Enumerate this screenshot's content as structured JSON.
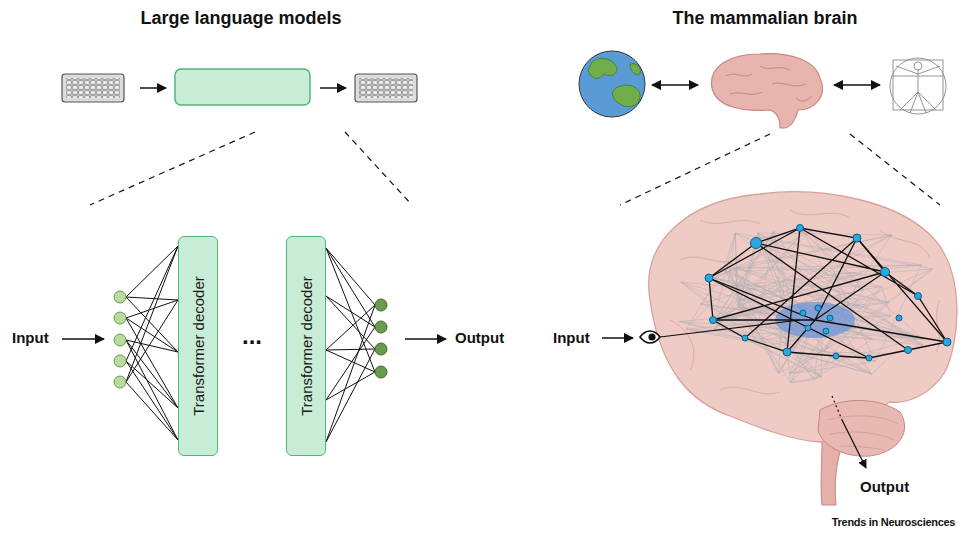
{
  "diagram": {
    "nodes": [
      {
        "text": [
          "Transformer decoder"
        ]
      },
      {
        "text": [
          "Transformer decoder"
        ]
      }
    ],
    "labels": [
      "Large language models",
      "The mammalian brain",
      "Input",
      "...",
      "Output",
      "Input",
      "Output",
      "Trends in Neurosciences"
    ]
  }
}
